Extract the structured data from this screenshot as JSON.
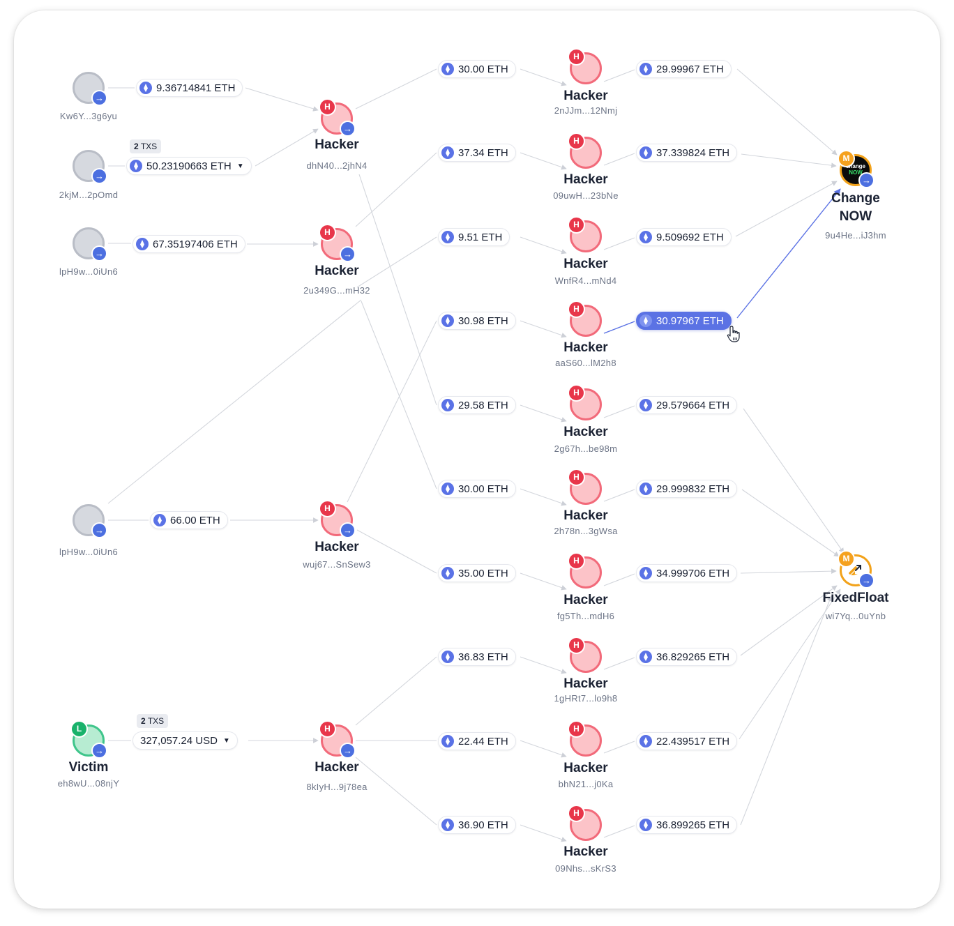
{
  "graph": {
    "sources": [
      {
        "addr": "Kw6Y...3g6yu",
        "amount": "9.36714841 ETH"
      },
      {
        "addr": "2kjM...2pOmd",
        "amount": "50.23190663 ETH",
        "txs_count": "2",
        "txs_label": "TXS"
      },
      {
        "addr": "lpH9w...0iUn6",
        "amount": "67.35197406 ETH"
      },
      {
        "addr": "lpH9w...0iUn6",
        "amount": "66.00 ETH"
      },
      {
        "title": "Victim",
        "tag": "L",
        "addr": "eh8wU...08njY",
        "amount": "327,057.24 USD",
        "txs_count": "2",
        "txs_label": "TXS"
      }
    ],
    "mid_hackers": [
      {
        "tag": "H",
        "title": "Hacker",
        "addr": "dhN40...2jhN4"
      },
      {
        "tag": "H",
        "title": "Hacker",
        "addr": "2u349G...mH32"
      },
      {
        "tag": "H",
        "title": "Hacker",
        "addr": "wuj67...SnSew3"
      },
      {
        "tag": "H",
        "title": "Hacker",
        "addr": "8kIyH...9j78ea"
      }
    ],
    "in_amounts": [
      "30.00 ETH",
      "37.34 ETH",
      "9.51 ETH",
      "30.98 ETH",
      "29.58 ETH",
      "30.00 ETH",
      "35.00 ETH",
      "36.83 ETH",
      "22.44 ETH",
      "36.90 ETH"
    ],
    "right_hackers": [
      {
        "tag": "H",
        "title": "Hacker",
        "addr": "2nJJm...12Nmj"
      },
      {
        "tag": "H",
        "title": "Hacker",
        "addr": "09uwH...23bNe"
      },
      {
        "tag": "H",
        "title": "Hacker",
        "addr": "WnfR4...mNd4"
      },
      {
        "tag": "H",
        "title": "Hacker",
        "addr": "aaS60...lM2h8"
      },
      {
        "tag": "H",
        "title": "Hacker",
        "addr": "2g67h...be98m"
      },
      {
        "tag": "H",
        "title": "Hacker",
        "addr": "2h78n...3gWsa"
      },
      {
        "tag": "H",
        "title": "Hacker",
        "addr": "fg5Th...mdH6"
      },
      {
        "tag": "H",
        "title": "Hacker",
        "addr": "1gHRt7...lo9h8"
      },
      {
        "tag": "H",
        "title": "Hacker",
        "addr": "bhN21...j0Ka"
      },
      {
        "tag": "H",
        "title": "Hacker",
        "addr": "09Nhs...sKrS3"
      }
    ],
    "out_amounts": [
      "29.99967 ETH",
      "37.339824 ETH",
      "9.509692 ETH",
      "30.97967 ETH",
      "29.579664 ETH",
      "29.999832 ETH",
      "34.999706 ETH",
      "36.829265 ETH",
      "22.439517 ETH",
      "36.899265 ETH"
    ],
    "exchanges": [
      {
        "tag": "M",
        "title_line1": "Change",
        "title_line2": "NOW",
        "addr": "9u4He...iJ3hm",
        "logo_line1": "change",
        "logo_line2": "NOW"
      },
      {
        "tag": "M",
        "title_line1": "FixedFloat",
        "addr": "wi7Yq...0uYnb"
      }
    ]
  },
  "colors": {
    "hacker": "#f26a7a",
    "victim": "#3fc58b",
    "exchange": "#f2a21a",
    "accent": "#5b72e4",
    "edge": "#d3d6dc"
  },
  "icons": {
    "node_link": "arrow-right-icon",
    "currency": "ethereum-icon",
    "dropdown": "caret-down-icon",
    "cursor": "hand-pointer-icon"
  }
}
